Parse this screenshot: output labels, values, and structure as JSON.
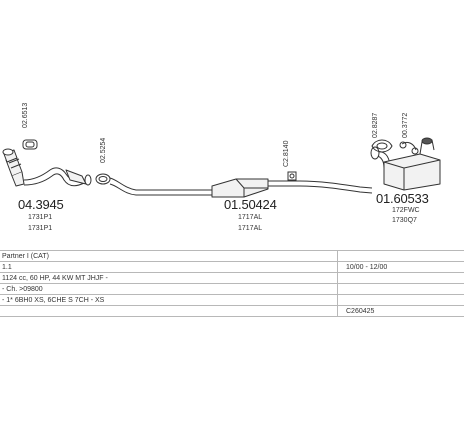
{
  "parts": {
    "p1": {
      "number": "04.3945",
      "codes": [
        "1731P1",
        "1731P1"
      ]
    },
    "p2": {
      "number": "01.50424",
      "codes": [
        "1717AL",
        "1717AL"
      ]
    },
    "p3": {
      "number": "01.60533",
      "codes": [
        "172FWC",
        "1730Q7"
      ]
    }
  },
  "small_parts": {
    "s1": "02.6513",
    "s2": "02.5254",
    "s3": "C2.8140",
    "s4": "02.8287",
    "s5": "00.3772"
  },
  "info_rows": [
    {
      "left": "Partner I (CAT)",
      "right": ""
    },
    {
      "left": "1.1",
      "right": "10/00 - 12/00"
    },
    {
      "left": "1124 cc, 60 HP, 44 KW MT JHJF -",
      "right": ""
    },
    {
      "left": "- Ch. >09800",
      "right": ""
    },
    {
      "left": "- 1* 6BH0 XS, 6CHE S 7CH - XS",
      "right": ""
    },
    {
      "left": "",
      "right": "C260425"
    }
  ],
  "colors": {
    "stroke": "#333333",
    "fill_light": "#f2f2f2",
    "fill_dark": "#555555"
  }
}
